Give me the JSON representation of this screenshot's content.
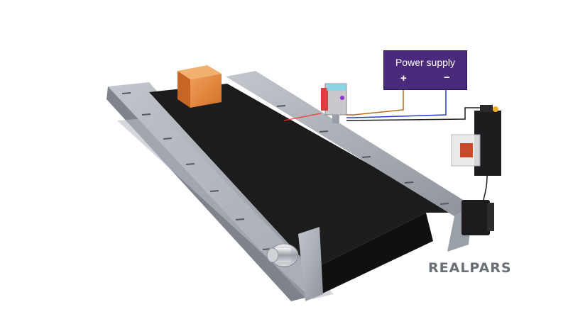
{
  "power_supply": {
    "title": "Power supply",
    "plus": "+",
    "minus": "−"
  },
  "logo": {
    "text": "REALPARS"
  },
  "colors": {
    "psu": "#4a2a7a",
    "wire_positive": "#b46a1a",
    "wire_negative": "#2b3bd0",
    "wire_signal": "#1a1a1a",
    "belt": "#1c1c1c",
    "frame": "#a8adb5",
    "box": "#e2843a",
    "laser": "#ff3030",
    "relay_indicator": "#f0b020",
    "logo": "#6a6e76"
  },
  "icons": [
    "conveyor-belt",
    "cardboard-box",
    "photoelectric-sensor",
    "relay",
    "motor"
  ]
}
